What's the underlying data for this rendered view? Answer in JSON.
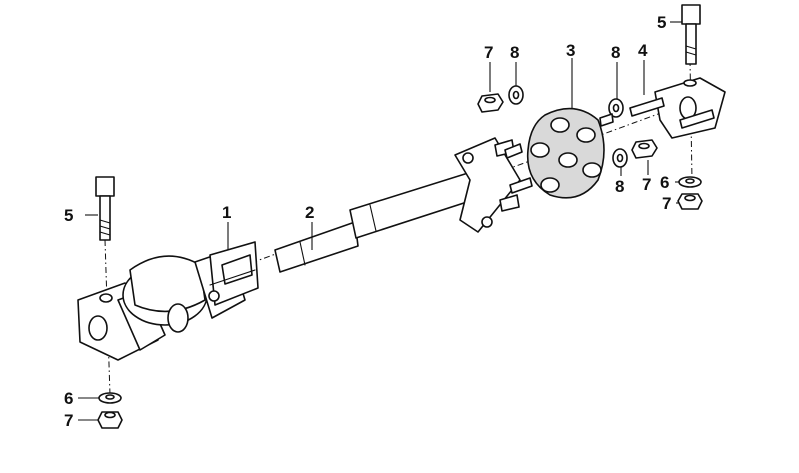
{
  "diagram": {
    "callouts": [
      {
        "id": "c1",
        "label": "1"
      },
      {
        "id": "c2",
        "label": "2"
      },
      {
        "id": "c3",
        "label": "3"
      },
      {
        "id": "c4",
        "label": "4"
      },
      {
        "id": "c5a",
        "label": "5"
      },
      {
        "id": "c5b",
        "label": "5"
      },
      {
        "id": "c6a",
        "label": "6"
      },
      {
        "id": "c6b",
        "label": "6"
      },
      {
        "id": "c7a",
        "label": "7"
      },
      {
        "id": "c7b",
        "label": "7"
      },
      {
        "id": "c7c",
        "label": "7"
      },
      {
        "id": "c7d",
        "label": "7"
      },
      {
        "id": "c8a",
        "label": "8"
      },
      {
        "id": "c8b",
        "label": "8"
      },
      {
        "id": "c8c",
        "label": "8"
      }
    ]
  }
}
